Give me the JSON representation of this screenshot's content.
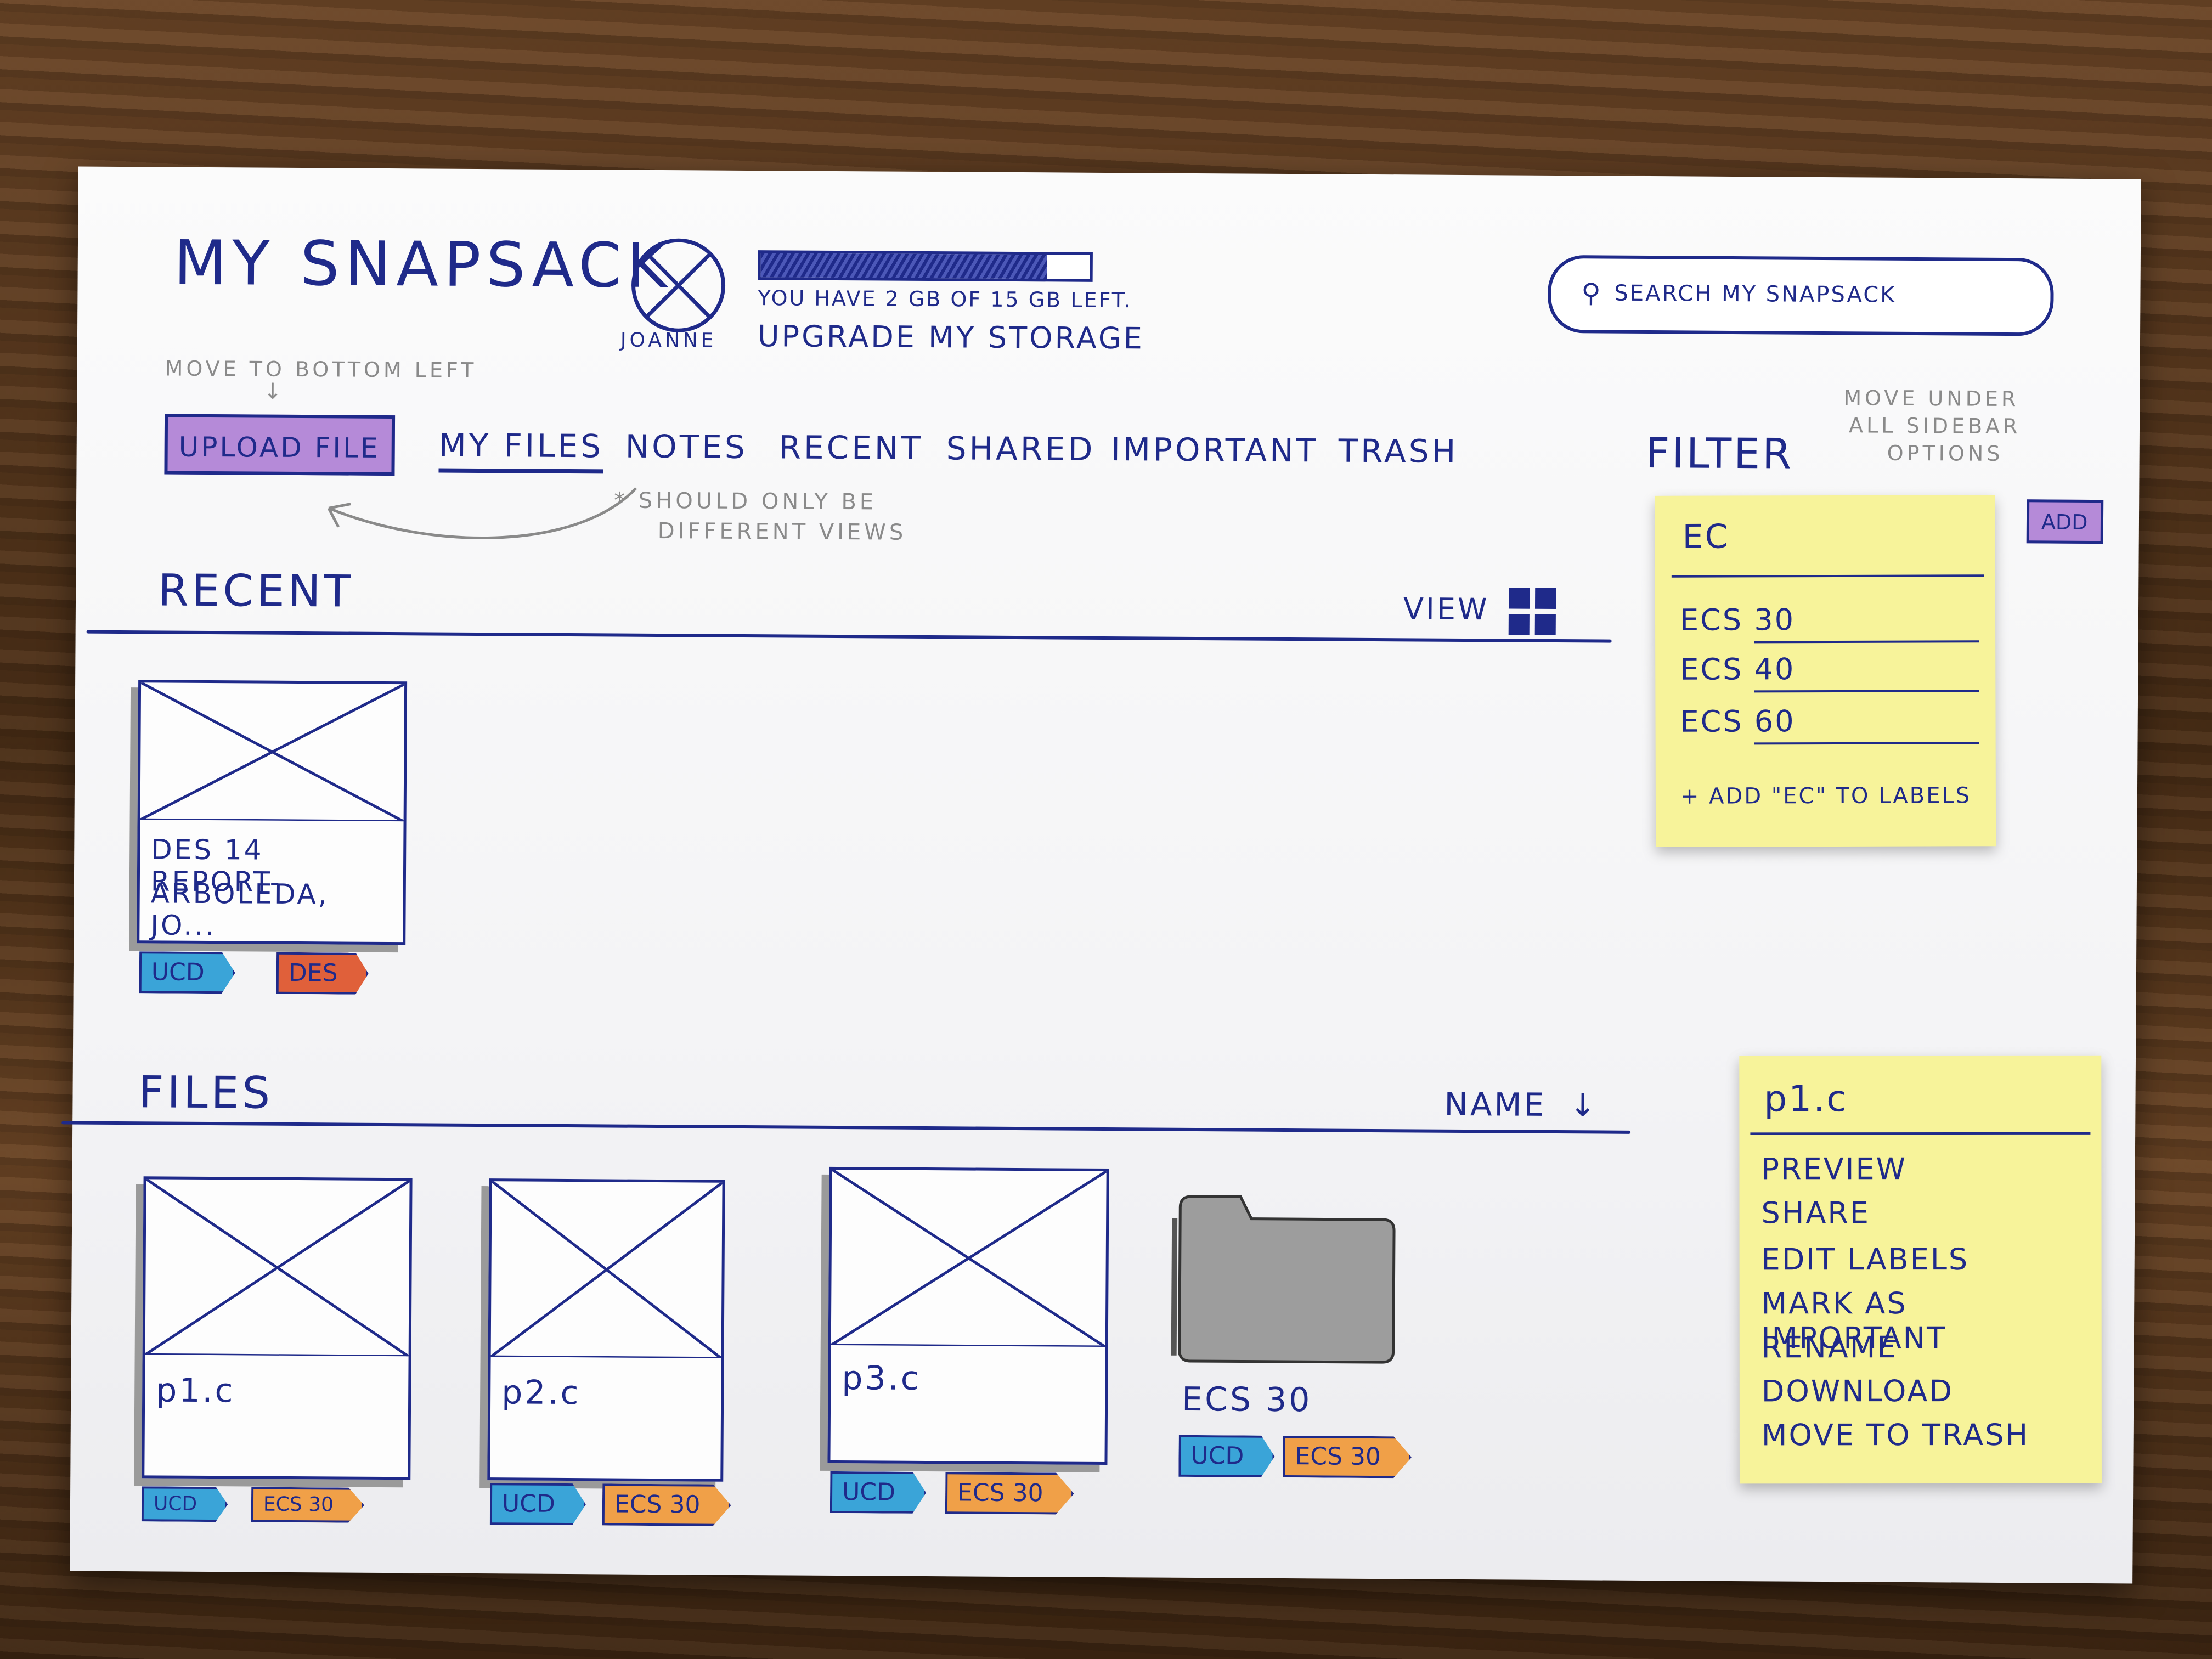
{
  "app": {
    "title": "MY SNAPSACK"
  },
  "user": {
    "name": "JOANNE"
  },
  "storage": {
    "used_fraction": 0.87,
    "status": "YOU HAVE 2 GB OF 15 GB LEFT.",
    "upgrade_label": "UPGRADE MY STORAGE"
  },
  "search": {
    "placeholder": "SEARCH MY SNAPSACK"
  },
  "notes": {
    "upload_note": "MOVE TO BOTTOM LEFT",
    "arrow_down": "↓",
    "views_note_line1": "* SHOULD ONLY BE",
    "views_note_line2": "DIFFERENT VIEWS",
    "filter_note_line1": "MOVE UNDER",
    "filter_note_line2": "ALL SIDEBAR",
    "filter_note_line3": "OPTIONS"
  },
  "toolbar": {
    "upload_label": "UPLOAD FILE"
  },
  "nav": {
    "items": [
      {
        "label": "MY FILES"
      },
      {
        "label": "NOTES"
      },
      {
        "label": "RECENT"
      },
      {
        "label": "SHARED"
      },
      {
        "label": "IMPORTANT"
      },
      {
        "label": "TRASH"
      }
    ]
  },
  "filter": {
    "label": "FILTER",
    "add_label": "ADD",
    "popup": {
      "query": "EC",
      "options": [
        "ECS 30",
        "ECS 40",
        "ECS 60"
      ],
      "add_label": "+ ADD \"EC\" TO LABELS"
    }
  },
  "recent": {
    "heading": "RECENT",
    "view_label": "VIEW",
    "items": [
      {
        "name_line1": "DES 14 REPORT-",
        "name_line2": "ARBOLEDA, JO...",
        "tags": [
          {
            "label": "UCD",
            "color": "#3aa4d8"
          },
          {
            "label": "DES",
            "color": "#e0603a"
          }
        ]
      }
    ]
  },
  "files": {
    "heading": "FILES",
    "sort_label": "NAME",
    "sort_icon": "↓",
    "items": [
      {
        "name": "p1.c",
        "tags": [
          {
            "label": "UCD"
          },
          {
            "label": "ECS 30"
          }
        ]
      },
      {
        "name": "p2.c",
        "tags": [
          {
            "label": "UCD"
          },
          {
            "label": "ECS 30"
          }
        ]
      },
      {
        "name": "p3.c",
        "tags": [
          {
            "label": "UCD"
          },
          {
            "label": "ECS 30"
          }
        ]
      },
      {
        "name": "ECS 30",
        "tags": [
          {
            "label": "UCD"
          },
          {
            "label": "ECS 30"
          }
        ]
      }
    ]
  },
  "context_menu": {
    "title": "p1.c",
    "items": [
      "PREVIEW",
      "SHARE",
      "EDIT LABELS",
      "MARK AS IMPORTANT",
      "RENAME",
      "DOWNLOAD",
      "MOVE TO TRASH"
    ]
  },
  "colors": {
    "ink": "#1f2a8a",
    "upload_button": "#b58ad8",
    "tag_blue": "#3aa4d8",
    "tag_orange": "#f0a048",
    "tag_red": "#e0603a",
    "sticky": "#f7f39a"
  },
  "icons": {
    "avatar": "avatar-placeholder-icon",
    "search": "search-icon",
    "grid": "grid-view-icon",
    "folder": "folder-icon",
    "image_placeholder": "image-placeholder-icon"
  }
}
